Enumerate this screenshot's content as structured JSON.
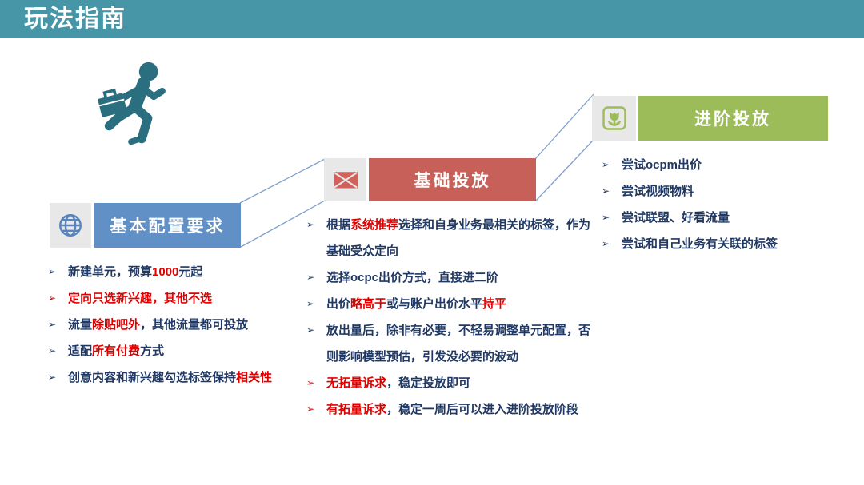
{
  "header": {
    "title": "玩法指南"
  },
  "bullet_glyph": "➢",
  "colors": {
    "header_bg": "#4796A8",
    "person_icon": "#2A6F7F",
    "step1_accent": "#6090C6",
    "step2_accent": "#C8605A",
    "step3_accent": "#9CBB59",
    "icon_cell_bg": "#E8E8E8",
    "text_navy": "#1F3864",
    "text_red": "#E00000",
    "connector_line": "#7FA1CD"
  },
  "icons": {
    "person": "running-person-icon",
    "step1": "globe-icon",
    "step2": "envelope-icon",
    "step3": "flower-icon"
  },
  "steps": [
    {
      "id": "basic-config",
      "title": "基本配置要求",
      "bullets": [
        {
          "marker": "navy",
          "segments": [
            {
              "text": "新建单元，预算",
              "color": "navy"
            },
            {
              "text": "1000",
              "color": "red"
            },
            {
              "text": "元起",
              "color": "navy"
            }
          ]
        },
        {
          "marker": "red",
          "segments": [
            {
              "text": "定向只选新兴趣，其他不选",
              "color": "red"
            }
          ]
        },
        {
          "marker": "navy",
          "segments": [
            {
              "text": "流量",
              "color": "navy"
            },
            {
              "text": "除贴吧外",
              "color": "red"
            },
            {
              "text": "，其他流量都可投放",
              "color": "navy"
            }
          ]
        },
        {
          "marker": "navy",
          "segments": [
            {
              "text": "适配",
              "color": "navy"
            },
            {
              "text": "所有付费",
              "color": "red"
            },
            {
              "text": "方式",
              "color": "navy"
            }
          ]
        },
        {
          "marker": "navy",
          "segments": [
            {
              "text": "创意内容和新兴趣勾选标签保持",
              "color": "navy"
            },
            {
              "text": "相关性",
              "color": "red"
            }
          ]
        }
      ]
    },
    {
      "id": "basic-delivery",
      "title": "基础投放",
      "bullets": [
        {
          "marker": "navy",
          "segments": [
            {
              "text": "根据",
              "color": "navy"
            },
            {
              "text": "系统推荐",
              "color": "red"
            },
            {
              "text": "选择和自身业务最相关的标签，作为基础受众定向",
              "color": "navy"
            }
          ]
        },
        {
          "marker": "navy",
          "segments": [
            {
              "text": "选择ocpc出价方式，直接进二阶",
              "color": "navy"
            }
          ]
        },
        {
          "marker": "navy",
          "segments": [
            {
              "text": "出价",
              "color": "navy"
            },
            {
              "text": "略高于",
              "color": "red"
            },
            {
              "text": "或与账户出价水平",
              "color": "navy"
            },
            {
              "text": "持平",
              "color": "red"
            }
          ]
        },
        {
          "marker": "navy",
          "segments": [
            {
              "text": "放出量后，除非有必要，不轻易调整单元配置，否则影响模型预估，引发没必要的波动",
              "color": "navy"
            }
          ]
        },
        {
          "marker": "red",
          "segments": [
            {
              "text": "无拓量诉求",
              "color": "red"
            },
            {
              "text": "，稳定投放即可",
              "color": "navy"
            }
          ]
        },
        {
          "marker": "red",
          "segments": [
            {
              "text": "有拓量诉求",
              "color": "red"
            },
            {
              "text": "，稳定一周后可以进入进阶投放阶段",
              "color": "navy"
            }
          ]
        }
      ]
    },
    {
      "id": "advanced-delivery",
      "title": "进阶投放",
      "bullets": [
        {
          "marker": "navy",
          "segments": [
            {
              "text": "尝试ocpm出价",
              "color": "navy"
            }
          ]
        },
        {
          "marker": "navy",
          "segments": [
            {
              "text": "尝试视频物料",
              "color": "navy"
            }
          ]
        },
        {
          "marker": "navy",
          "segments": [
            {
              "text": "尝试联盟、好看流量",
              "color": "navy"
            }
          ]
        },
        {
          "marker": "navy",
          "segments": [
            {
              "text": "尝试和自己业务有关联的标签",
              "color": "navy"
            }
          ]
        }
      ]
    }
  ]
}
